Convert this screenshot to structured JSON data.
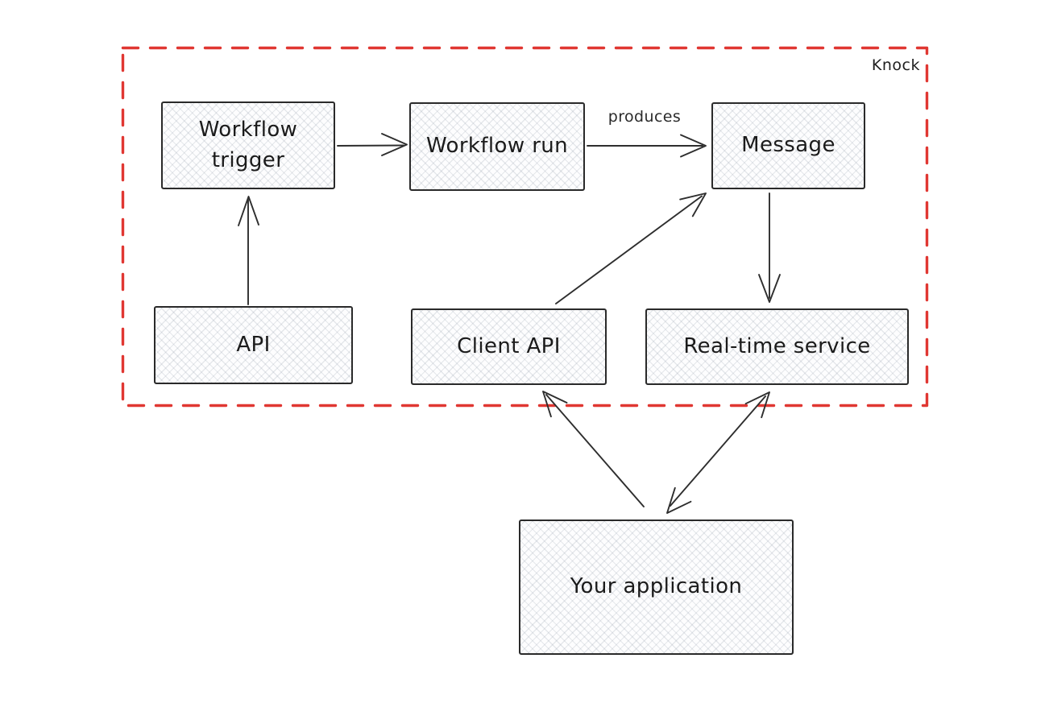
{
  "diagram": {
    "frame": {
      "label": "Knock",
      "border_color": "#e03732"
    },
    "nodes": [
      {
        "id": "workflow-trigger",
        "label": "Workflow trigger",
        "inside_frame": true
      },
      {
        "id": "workflow-run",
        "label": "Workflow run",
        "inside_frame": true
      },
      {
        "id": "message",
        "label": "Message",
        "inside_frame": true
      },
      {
        "id": "api",
        "label": "API",
        "inside_frame": true
      },
      {
        "id": "client-api",
        "label": "Client API",
        "inside_frame": true
      },
      {
        "id": "real-time-service",
        "label": "Real-time service",
        "inside_frame": true
      },
      {
        "id": "your-application",
        "label": "Your application",
        "inside_frame": false
      }
    ],
    "edges": [
      {
        "from": "api",
        "to": "workflow-trigger",
        "label": "",
        "direction": "one-way"
      },
      {
        "from": "workflow-trigger",
        "to": "workflow-run",
        "label": "",
        "direction": "one-way"
      },
      {
        "from": "workflow-run",
        "to": "message",
        "label": "produces",
        "direction": "one-way"
      },
      {
        "from": "client-api",
        "to": "message",
        "label": "",
        "direction": "one-way"
      },
      {
        "from": "message",
        "to": "real-time-service",
        "label": "",
        "direction": "one-way"
      },
      {
        "from": "your-application",
        "to": "client-api",
        "label": "",
        "direction": "one-way"
      },
      {
        "from": "your-application",
        "to": "real-time-service",
        "label": "",
        "direction": "two-way"
      }
    ],
    "colors": {
      "node_stroke": "#2a2a2a",
      "node_fill": "#fdfdfe",
      "edge_stroke": "#2e2e2e",
      "frame_red": "#e03732",
      "text": "#1b1b1b",
      "background": "#ffffff"
    }
  }
}
